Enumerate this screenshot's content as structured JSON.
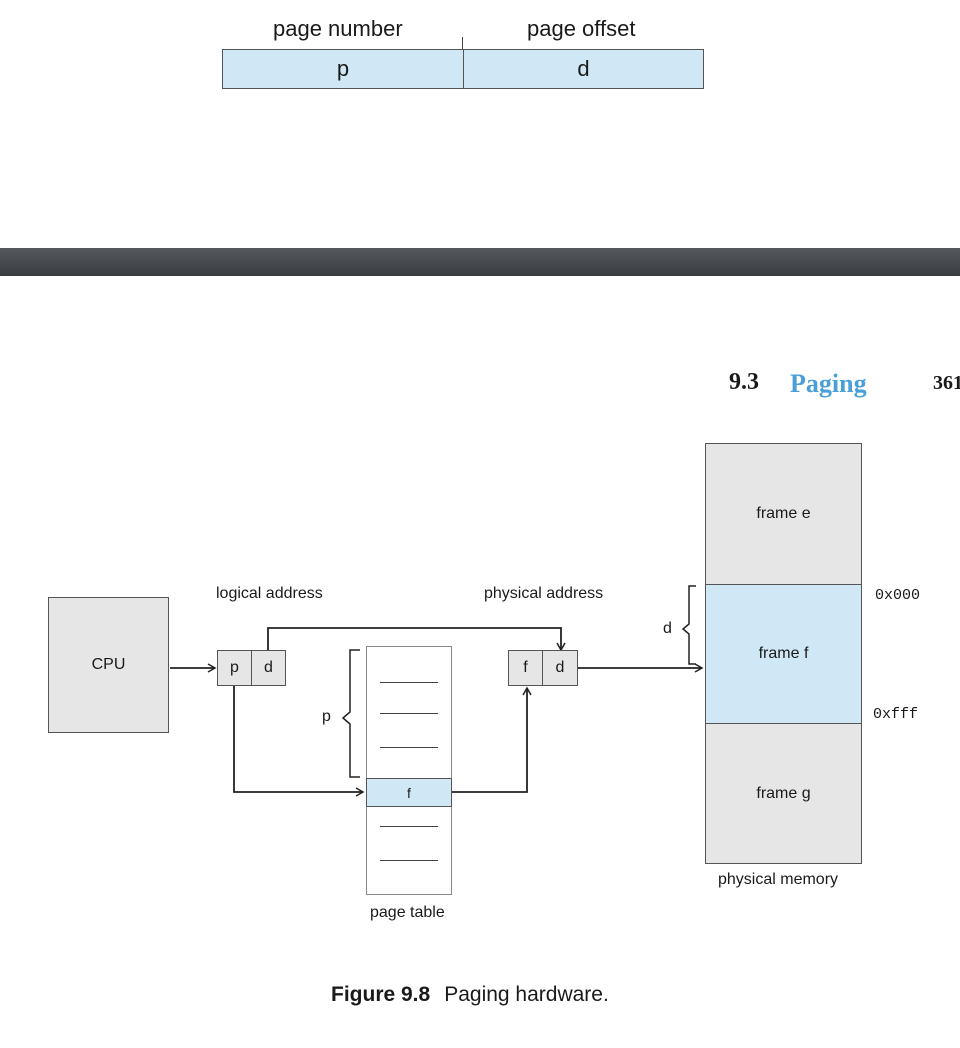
{
  "top_figure": {
    "page_number_label": "page number",
    "page_offset_label": "page offset",
    "p_cell": "p",
    "d_cell": "d"
  },
  "header": {
    "section_number": "9.3",
    "section_title": "Paging",
    "page_number": "361"
  },
  "diagram": {
    "cpu_label": "CPU",
    "logical_address_label": "logical address",
    "physical_address_label": "physical address",
    "logical_p": "p",
    "logical_d": "d",
    "physical_f": "f",
    "physical_d": "d",
    "page_table_entry": "f",
    "page_table_label": "page table",
    "brace_p_label": "p",
    "brace_d_label": "d",
    "frame_e": "frame e",
    "frame_f": "frame f",
    "frame_g": "frame g",
    "addr_start": "0x000",
    "addr_end": "0xfff",
    "physical_memory_label": "physical memory"
  },
  "caption": {
    "figure_number": "Figure 9.8",
    "figure_text": "Paging hardware."
  },
  "colors": {
    "highlight_blue": "#d0e8f6",
    "box_gray": "#e6e6e6",
    "title_blue": "#4a9fd8",
    "divider": "#46494c"
  }
}
